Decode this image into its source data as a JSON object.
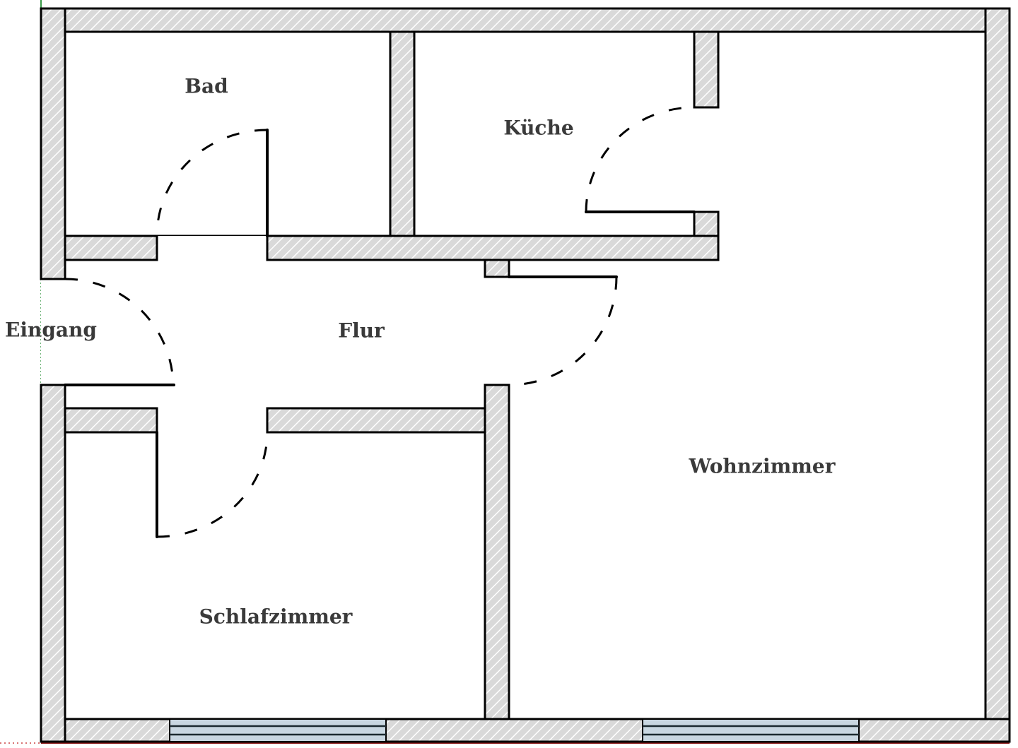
{
  "plan": {
    "title": "Floor plan",
    "colors": {
      "wall_fill": "#d9d9d9",
      "wall_hatch": "#ffffff",
      "outline": "#000000",
      "window_glass": "#c9d7e1",
      "label_text": "#3a3a3a",
      "axis_green": "#3b9a49",
      "axis_red": "#8a1c1c"
    },
    "rooms": {
      "bad": "Bad",
      "kueche": "Küche",
      "eingang": "Eingang",
      "flur": "Flur",
      "wohnzimmer": "Wohnzimmer",
      "schlafzimmer": "Schlafzimmer"
    },
    "doors": [
      "Eingang-Flur",
      "Flur-Bad",
      "Flur-Schlafzimmer",
      "Flur-Wohnzimmer",
      "Küche-Wohnzimmer"
    ],
    "windows": [
      "Schlafzimmer window",
      "Wohnzimmer window"
    ]
  }
}
